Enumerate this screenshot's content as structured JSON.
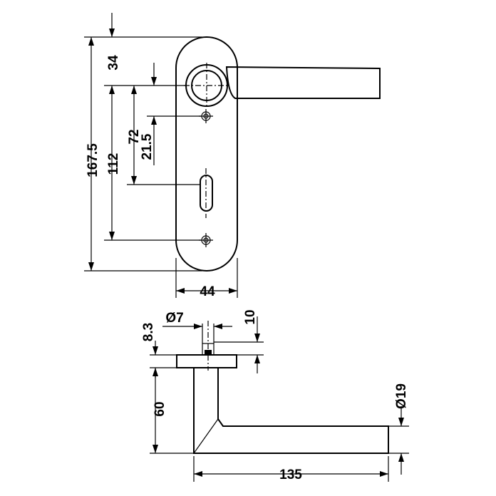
{
  "front_view": {
    "dimensions": {
      "total_height": "167.5",
      "top_to_handle_axis": "34",
      "handle_to_lower_screw": "112",
      "handle_to_keyhole": "72",
      "screw_to_handle_axis": "21.5",
      "plate_width": "44"
    }
  },
  "side_view": {
    "dimensions": {
      "rose_thickness": "8.3",
      "spindle_diameter": "Ø7",
      "spindle_offset": "10",
      "handle_depth": "60",
      "lever_diameter": "Ø19",
      "lever_length": "135"
    }
  }
}
